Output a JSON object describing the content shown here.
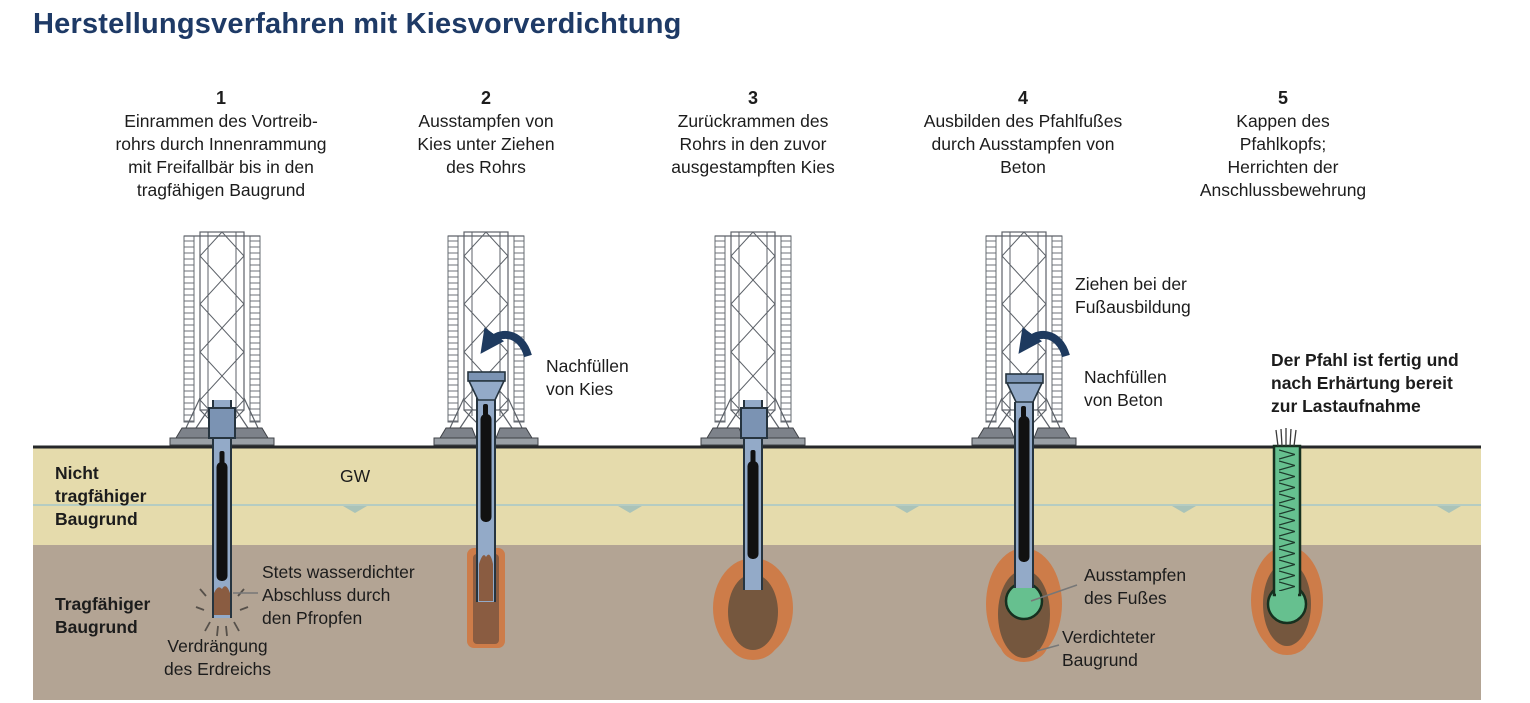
{
  "title": "Herstellungsverfahren mit Kiesvorverdichtung",
  "steps": [
    {
      "number": "1",
      "description": "Einrammen des Vortreib-\nrohrs durch Innenrammung\nmit Freifallbär bis in den\ntragfähigen Baugrund"
    },
    {
      "number": "2",
      "description": "Ausstampfen von\nKies unter Ziehen\ndes Rohrs"
    },
    {
      "number": "3",
      "description": "Zurückrammen des\nRohrs in den zuvor\nausgestampften Kies"
    },
    {
      "number": "4",
      "description": "Ausbilden des Pfahlfußes\ndurch Ausstampfen von\nBeton"
    },
    {
      "number": "5",
      "description": "Kappen des\nPfahlkopfs;\nHerrichten der\nAnschlussbewehrung"
    }
  ],
  "labels": {
    "groundwater": "GW",
    "soil_upper": "Nicht\ntragfähiger\nBaugrund",
    "soil_lower": "Tragfähiger\nBaugrund",
    "plug_note": "Stets wasserdichter\nAbschluss durch\nden Pfropfen",
    "displacement_note": "Verdrängung\ndes Erdreichs",
    "refill_gravel": "Nachfüllen\nvon Kies",
    "pull_during_foot": "Ziehen bei der\nFußausbildung",
    "refill_concrete": "Nachfüllen\nvon Beton",
    "tamp_foot": "Ausstampfen\ndes Fußes",
    "compacted_ground": "Verdichteter\nBaugrund",
    "finished_note": "Der Pfahl ist fertig und\nnach Erhärtung bereit\nzur Lastaufnahme"
  },
  "colors": {
    "title_navy": "#1e3a66",
    "arrow_navy": "#1e3a5f",
    "soil_top": "#e5dbac",
    "soil_bottom": "#b3a494",
    "tube_blue": "#93aac8",
    "cap_blue": "#7b93b3",
    "gravel_brown": "#8a5c41",
    "compacted_orange": "#cd7c49",
    "compacted_dark": "#75573e",
    "concrete_green": "#66c08f",
    "water_line": "#b5ccc2"
  }
}
